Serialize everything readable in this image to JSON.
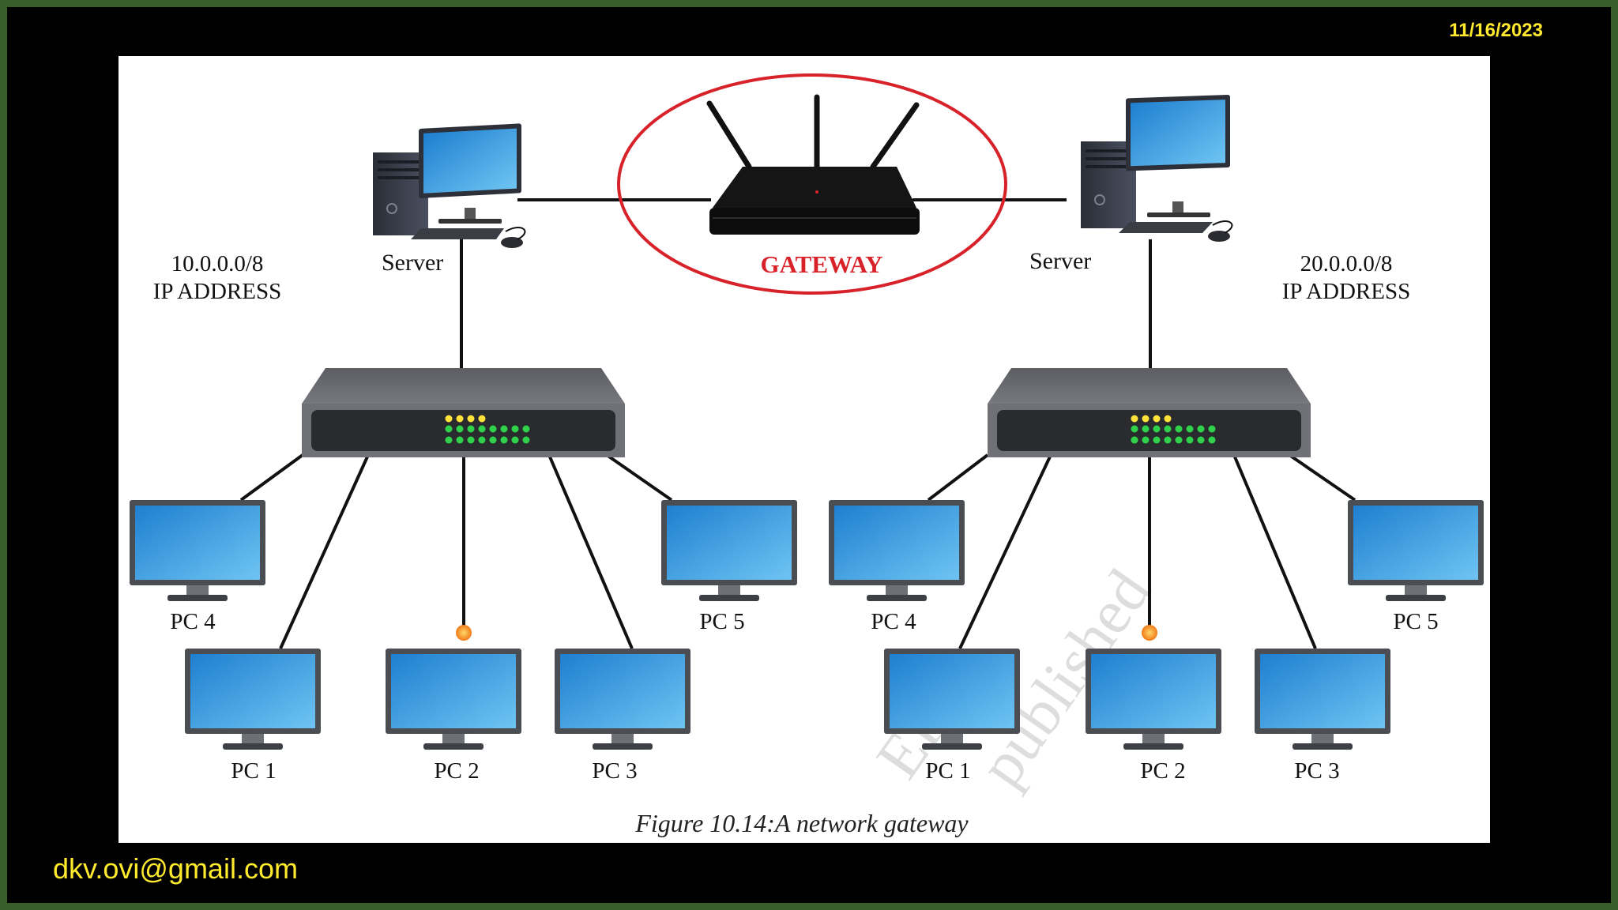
{
  "slide": {
    "date": "11/16/2023",
    "email": "dkv.ovi@gmail.com"
  },
  "diagram": {
    "gateway_label": "GATEWAY",
    "left_network": {
      "server_label": "Server",
      "ip_line1": "10.0.0.0/8",
      "ip_line2": "IP ADDRESS",
      "pcs": [
        "PC 4",
        "PC 1",
        "PC 2",
        "PC 3",
        "PC 5"
      ]
    },
    "right_network": {
      "server_label": "Server",
      "ip_line1": "20.0.0.0/8",
      "ip_line2": "IP ADDRESS",
      "pcs": [
        "PC 4",
        "PC 1",
        "PC 2",
        "PC 3",
        "PC 5"
      ]
    },
    "watermark": "ERT\npublished",
    "caption": "Figure 10.14:A network gateway"
  },
  "colors": {
    "frame": "#3a5e2a",
    "accent_text": "#ffea2e",
    "gateway_ring": "#d8222a",
    "screen_light": "#6ec4f2",
    "screen_dark": "#1f7fd0"
  }
}
